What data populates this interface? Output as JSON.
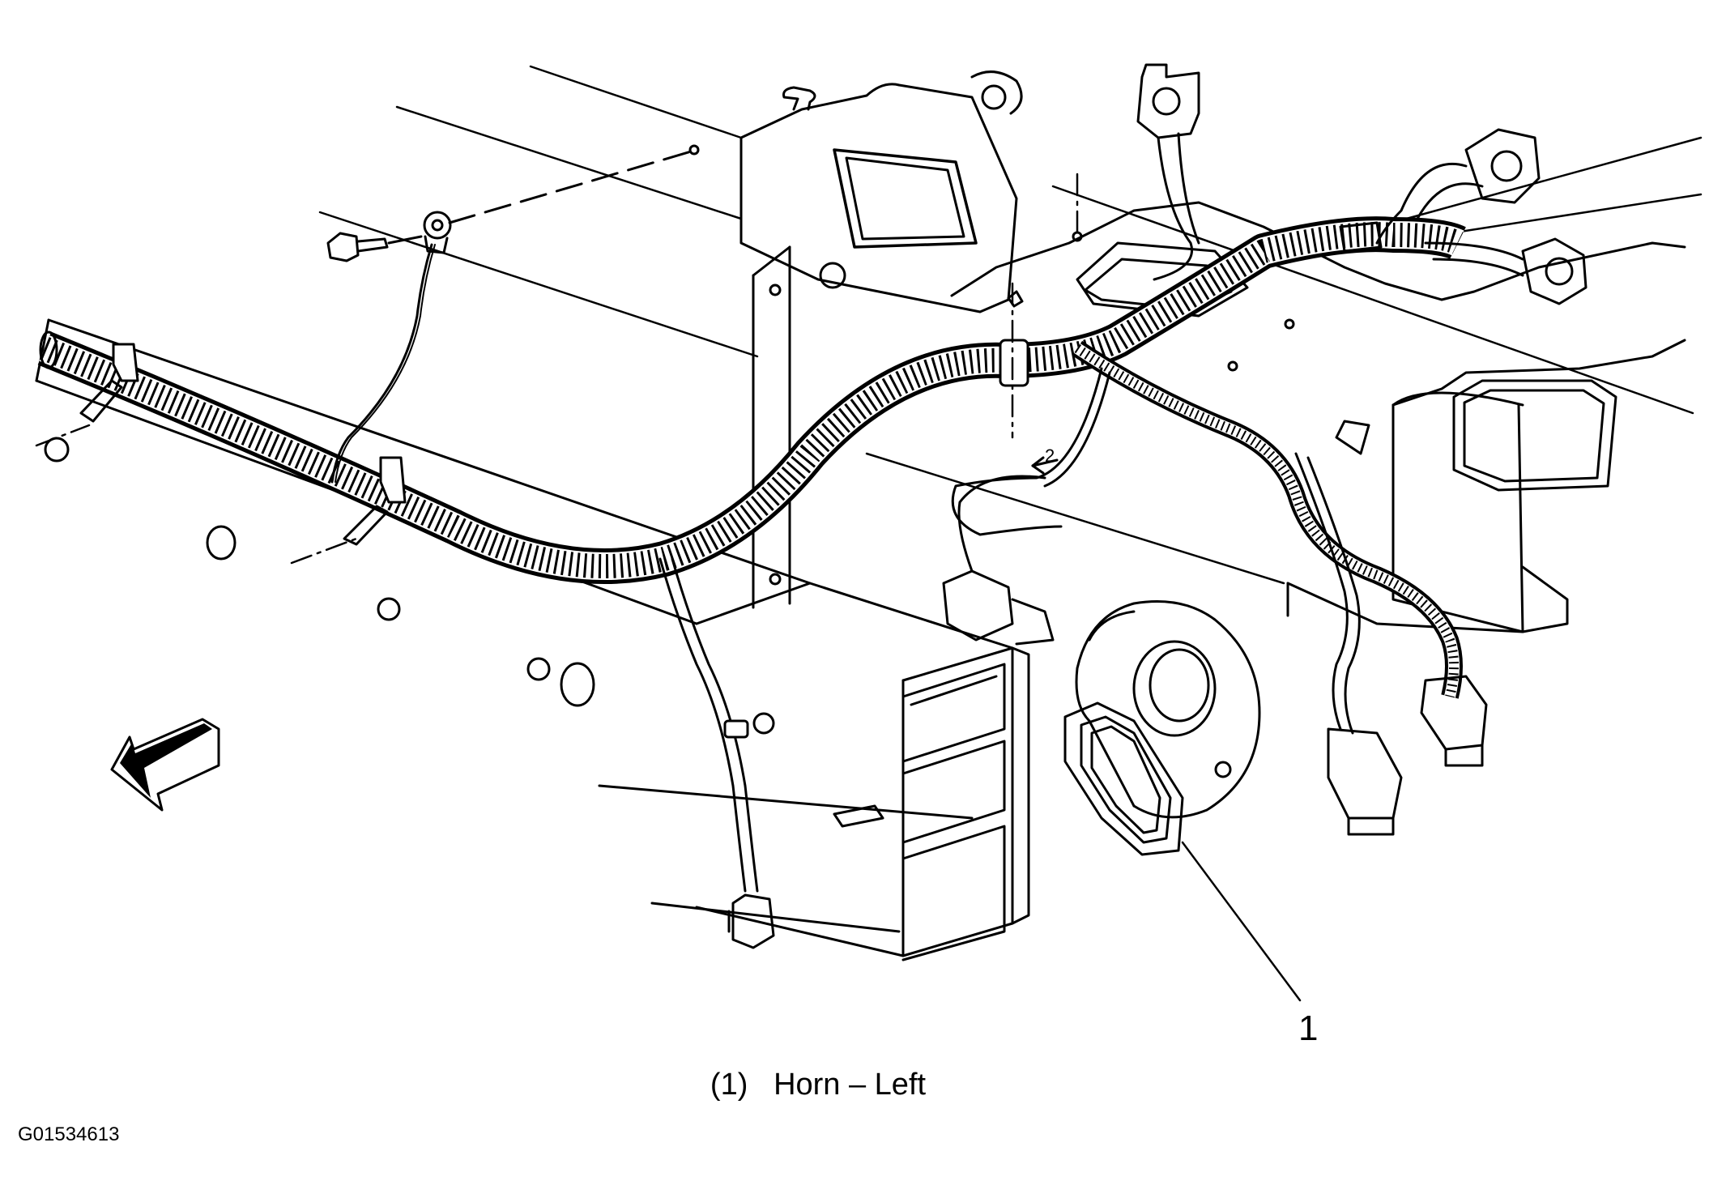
{
  "diagram": {
    "callouts": [
      {
        "number": "1"
      }
    ],
    "caption_index": "(1)",
    "caption_text": "Horn – Left",
    "figure_id": "G01534613",
    "labels": {
      "aux_marker": "2"
    },
    "parts": [
      "radiator-support",
      "headlamp-bracket",
      "wiring-harness",
      "ground-strap",
      "ground-bolt",
      "harness-clips",
      "connectors",
      "horn-left",
      "horn-bracket",
      "front-bumper-beam",
      "front-direction-arrow"
    ]
  }
}
